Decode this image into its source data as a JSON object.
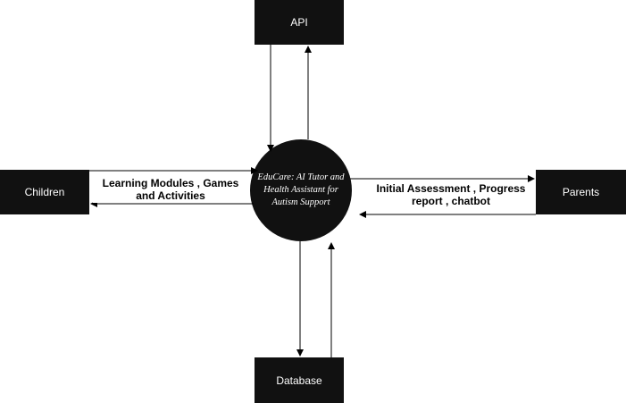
{
  "nodes": {
    "api": "API",
    "children": "Children",
    "parents": "Parents",
    "database": "Database",
    "center": "EduCare: AI Tutor and Health Assistant for Autism Support"
  },
  "edges": {
    "children_label": "Learning Modules , Games and Activities",
    "parents_label": "Initial Assessment , Progress report , chatbot"
  },
  "colors": {
    "node_fill": "#111111",
    "node_text": "#ffffff",
    "line": "#000000",
    "background": "#ffffff"
  }
}
